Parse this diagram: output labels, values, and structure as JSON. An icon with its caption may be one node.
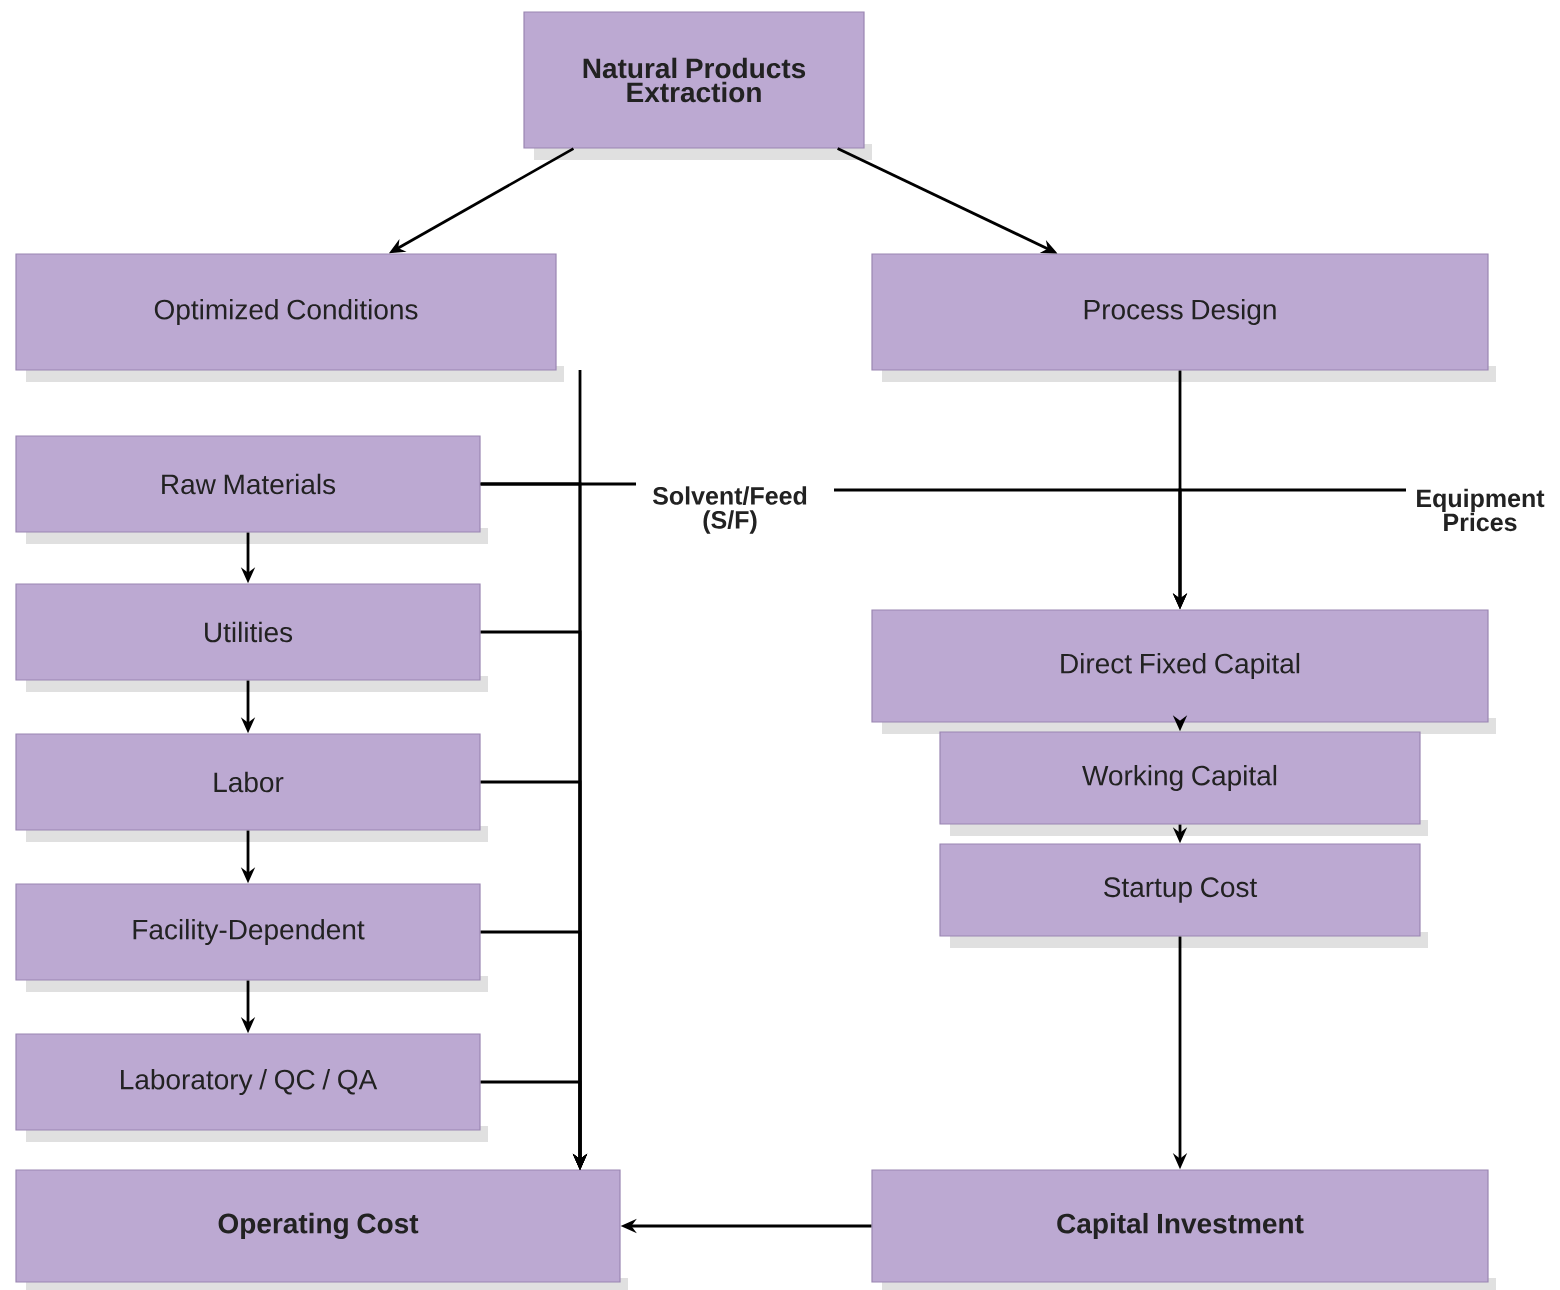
{
  "diagram": {
    "nodes": [
      {
        "text": [
          "Natural Products Extraction"
        ]
      },
      {
        "text": [
          "Optimized Conditions"
        ]
      },
      {
        "text": [
          "Process Design"
        ]
      },
      {
        "text": [
          "Raw Materials"
        ]
      },
      {
        "text": [
          "Solvent/Feed (S/F)"
        ]
      },
      {
        "text": [
          "Equipment Prices"
        ]
      },
      {
        "text": [
          "Utilities"
        ]
      },
      {
        "text": [
          "Direct Fixed Capital"
        ]
      },
      {
        "text": [
          "Labor"
        ]
      },
      {
        "text": [
          "Working Capital"
        ]
      },
      {
        "text": [
          "Facility-Dependent"
        ]
      },
      {
        "text": [
          "Startup Cost"
        ]
      },
      {
        "text": [
          "Laboratory / QC / QA"
        ]
      },
      {
        "text": [
          "Operating Cost"
        ]
      },
      {
        "text": [
          "Capital Investment"
        ]
      }
    ],
    "edges": [
      {
        "from": 0,
        "to": 1,
        "arrow": "to"
      },
      {
        "from": 0,
        "to": 2,
        "arrow": "to"
      },
      {
        "from": 1,
        "to": 13,
        "arrow": "to"
      },
      {
        "from": 3,
        "to": 13,
        "arrow": "to"
      },
      {
        "from": 6,
        "to": 13,
        "arrow": "to"
      },
      {
        "from": 8,
        "to": 13,
        "arrow": "to"
      },
      {
        "from": 10,
        "to": 13,
        "arrow": "to"
      },
      {
        "from": 12,
        "to": 13,
        "arrow": "to"
      },
      {
        "from": 3,
        "to": 6,
        "arrow": "to"
      },
      {
        "from": 6,
        "to": 8,
        "arrow": "to"
      },
      {
        "from": 8,
        "to": 10,
        "arrow": "to"
      },
      {
        "from": 10,
        "to": 12,
        "arrow": "to"
      },
      {
        "from": 3,
        "to": 4,
        "arrow": "none"
      },
      {
        "from": 2,
        "to": 7,
        "arrow": "to"
      },
      {
        "from": 4,
        "to": 7,
        "arrow": "to"
      },
      {
        "from": 5,
        "to": 7,
        "arrow": "to"
      },
      {
        "from": 7,
        "to": 9,
        "arrow": "to"
      },
      {
        "from": 9,
        "to": 11,
        "arrow": "to"
      },
      {
        "from": 11,
        "to": 14,
        "arrow": "to"
      },
      {
        "from": 14,
        "to": 13,
        "arrow": "to"
      }
    ]
  }
}
